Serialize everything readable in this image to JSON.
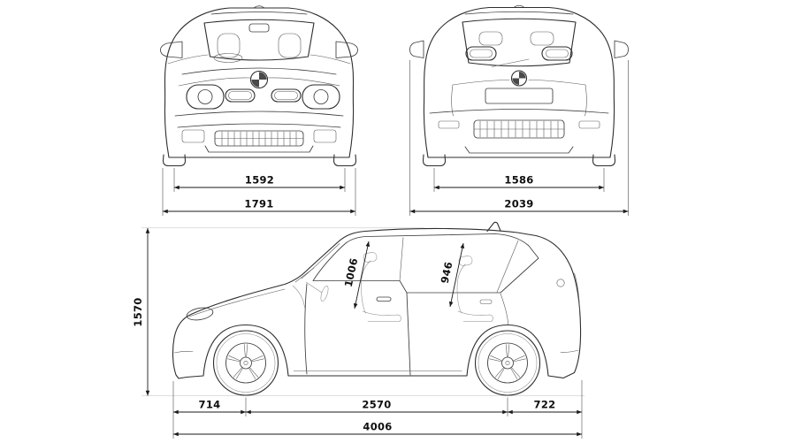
{
  "front_view": {
    "track_width_mm": "1592",
    "overall_width_mm": "1791"
  },
  "rear_view": {
    "track_width_mm": "1586",
    "overall_width_mm": "2039"
  },
  "side_view": {
    "overall_height_mm": "1570",
    "front_headroom_mm": "1006",
    "rear_headroom_mm": "946",
    "front_overhang_mm": "714",
    "wheelbase_mm": "2570",
    "rear_overhang_mm": "722",
    "overall_length_mm": "4006"
  }
}
